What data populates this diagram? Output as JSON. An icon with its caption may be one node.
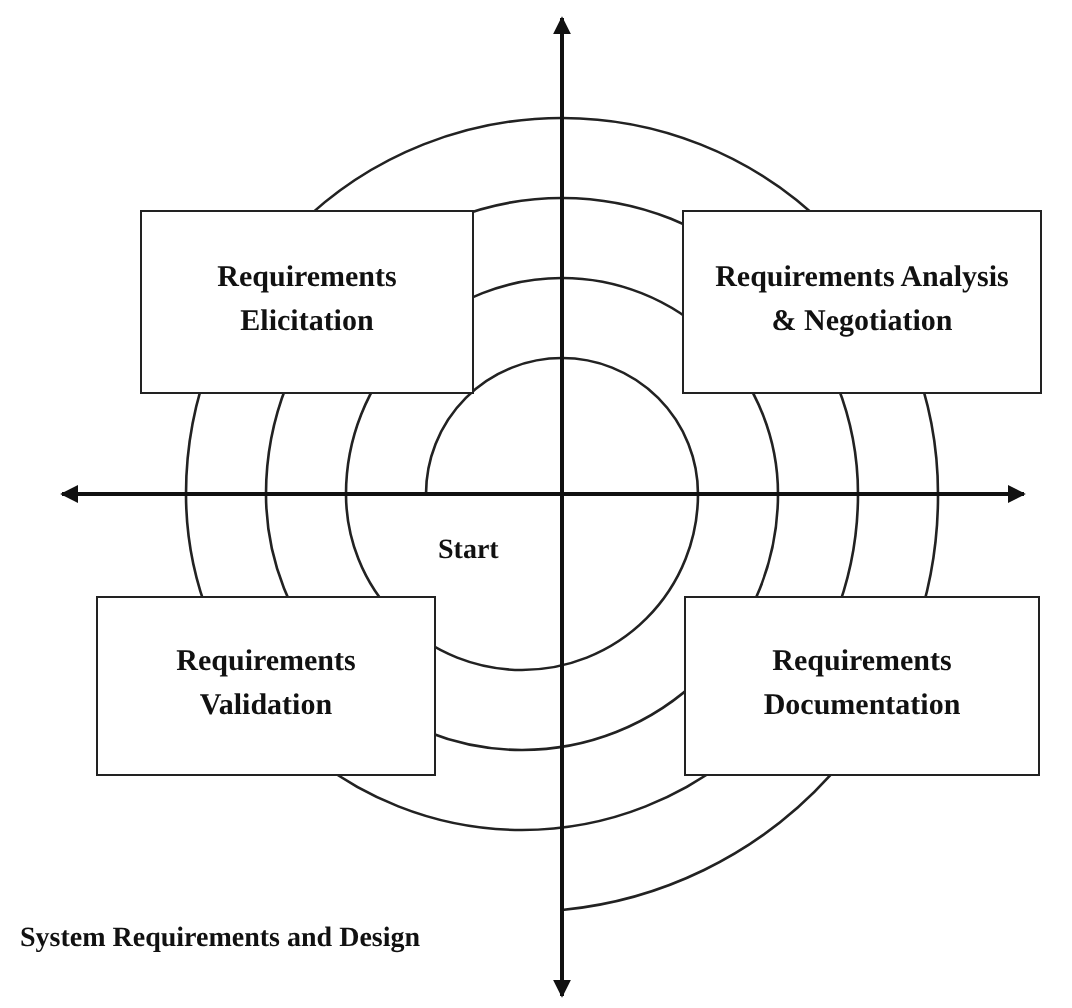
{
  "diagram": {
    "nodes": [
      {
        "text": [
          "Requirements Elicitation"
        ]
      },
      {
        "text": [
          "Requirements Analysis & Negotiation"
        ]
      },
      {
        "text": [
          "Requirements Validation"
        ]
      },
      {
        "text": [
          "Requirements Documentation"
        ]
      }
    ],
    "labels": [
      "Start",
      "System Requirements and Design"
    ]
  }
}
